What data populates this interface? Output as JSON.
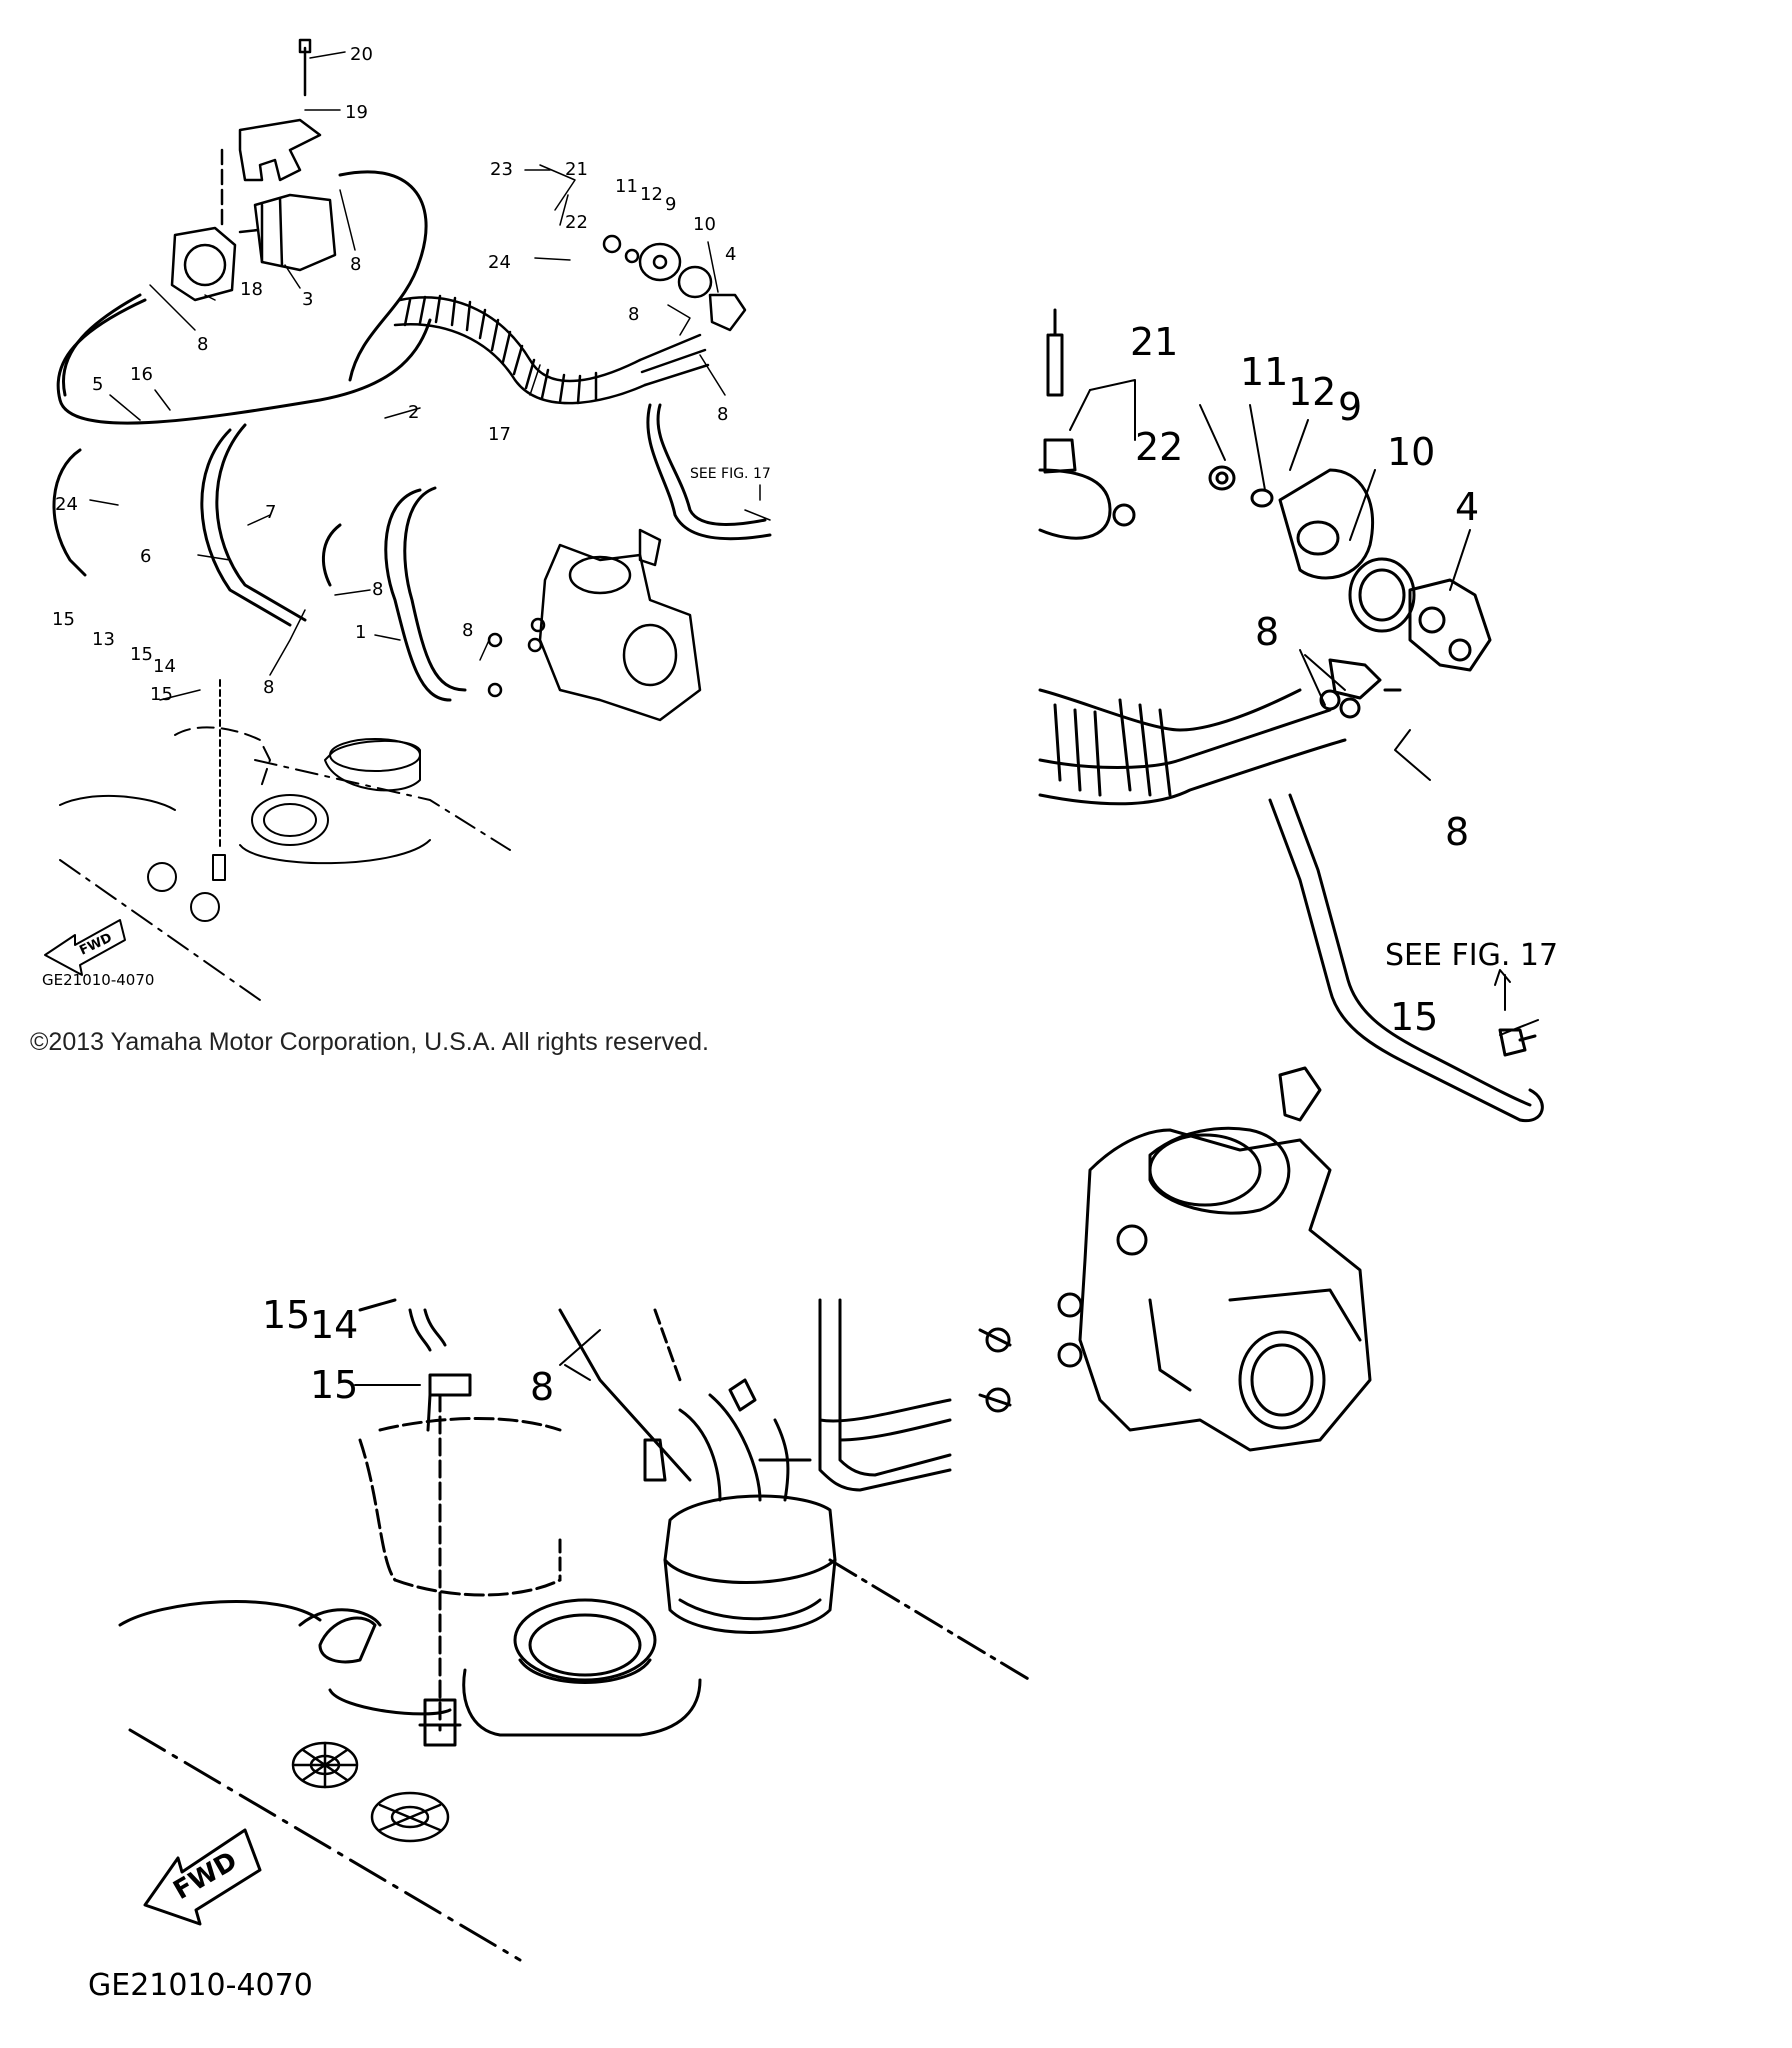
{
  "copyright": "©2013 Yamaha Motor Corporation, U.S.A. All rights reserved.",
  "overview": {
    "part_code": "GE21010-4070",
    "fwd_label": "FWD",
    "see_fig": "SEE FIG. 17",
    "callouts": [
      "20",
      "19",
      "3",
      "8",
      "18",
      "8",
      "23",
      "21",
      "22",
      "24",
      "11",
      "12",
      "9",
      "10",
      "4",
      "8",
      "8",
      "5",
      "16",
      "2",
      "17",
      "24",
      "7",
      "6",
      "8",
      "1",
      "8",
      "15",
      "13",
      "15",
      "14",
      "15",
      "8"
    ]
  },
  "zoom_top": {
    "see_fig": "SEE FIG. 17",
    "callouts": [
      "21",
      "11",
      "12",
      "9",
      "10",
      "22",
      "4",
      "8",
      "8",
      "15"
    ]
  },
  "zoom_bottom": {
    "part_code": "GE21010-4070",
    "fwd_label": "FWD",
    "callouts": [
      "15",
      "14",
      "15",
      "8"
    ]
  }
}
